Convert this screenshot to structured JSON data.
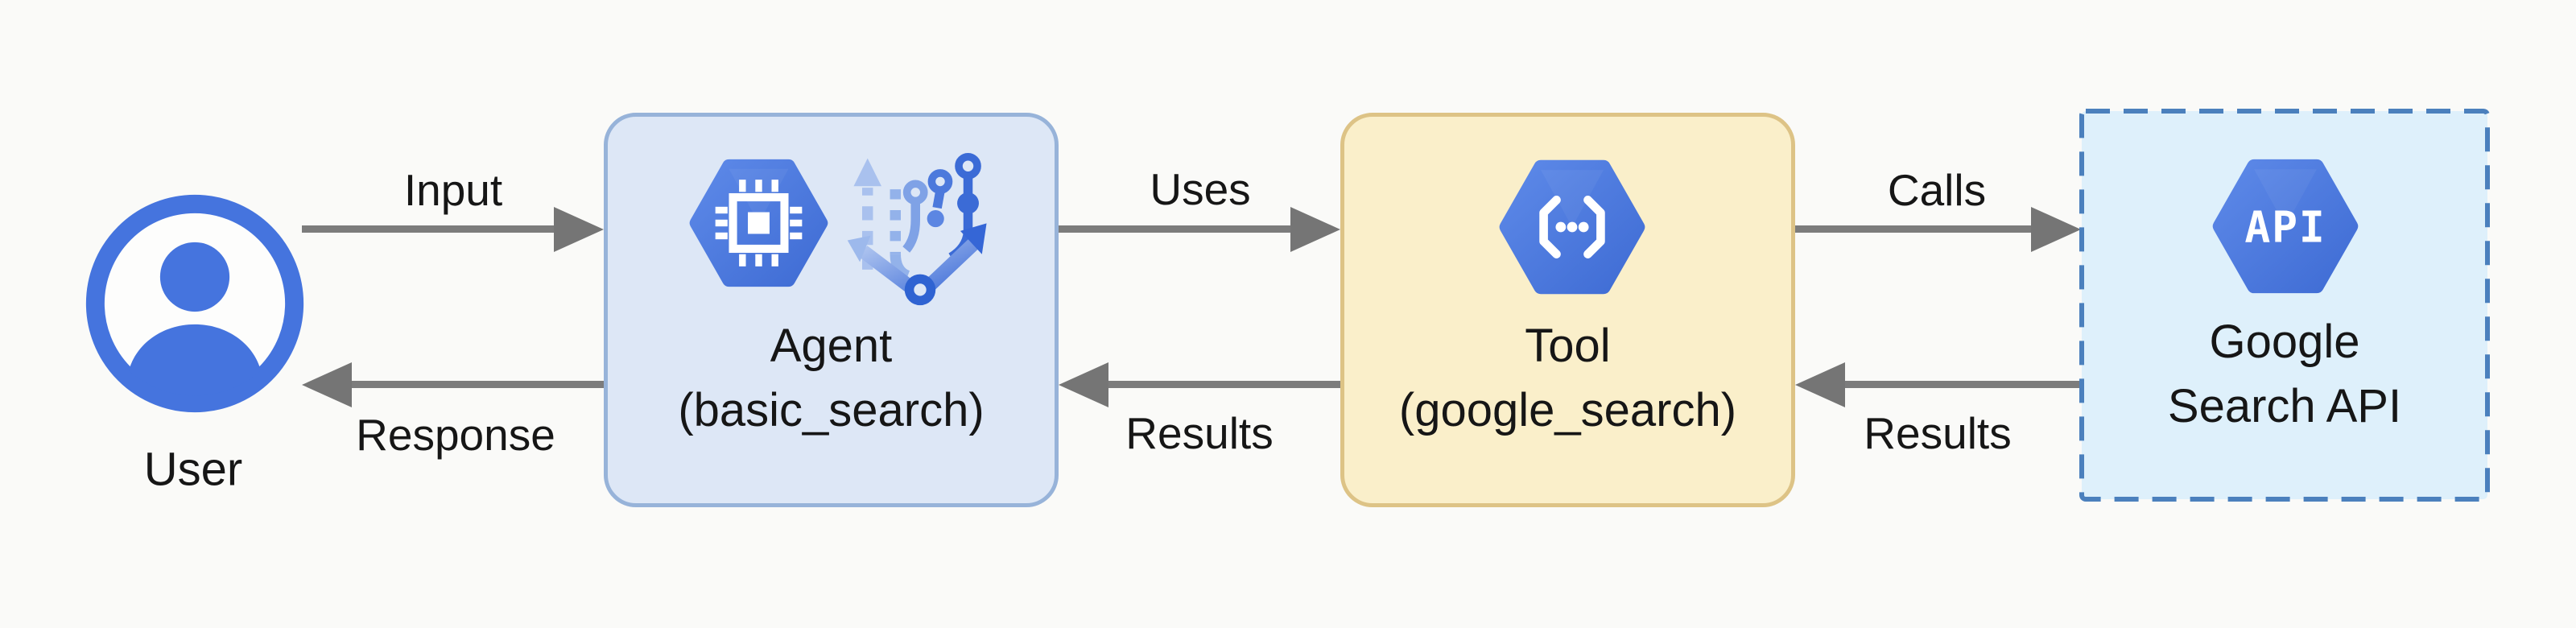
{
  "background_color": "#fafaf8",
  "nodes": {
    "user": {
      "label": "User",
      "icon": "user-icon",
      "icon_color": "#4574de"
    },
    "agent": {
      "title": "Agent",
      "subtitle": "(basic_search)",
      "icons": [
        "ai-chip-hexagon-icon",
        "branch-paths-icon"
      ],
      "fill": "#dde7f6",
      "border": "#97b3d9"
    },
    "tool": {
      "title": "Tool",
      "subtitle": "(google_search)",
      "icon": "code-brackets-hexagon-icon",
      "fill": "#faefca",
      "border": "#ddc386"
    },
    "api": {
      "title": "Google",
      "subtitle": "Search API",
      "icon": "api-hexagon-icon",
      "icon_text": "API",
      "fill": "#def0fb",
      "border": "#4b80bd",
      "border_style": "dashed"
    }
  },
  "edges": [
    {
      "from": "user",
      "to": "agent",
      "label": "Input",
      "direction": "right"
    },
    {
      "from": "agent",
      "to": "user",
      "label": "Response",
      "direction": "left"
    },
    {
      "from": "agent",
      "to": "tool",
      "label": "Uses",
      "direction": "right"
    },
    {
      "from": "tool",
      "to": "agent",
      "label": "Results",
      "direction": "left"
    },
    {
      "from": "tool",
      "to": "api",
      "label": "Calls",
      "direction": "right"
    },
    {
      "from": "api",
      "to": "tool",
      "label": "Results",
      "direction": "left"
    }
  ],
  "colors": {
    "arrow": "#7c7c7c",
    "text": "#161616",
    "hexagon_blue": "#4a77dd"
  }
}
